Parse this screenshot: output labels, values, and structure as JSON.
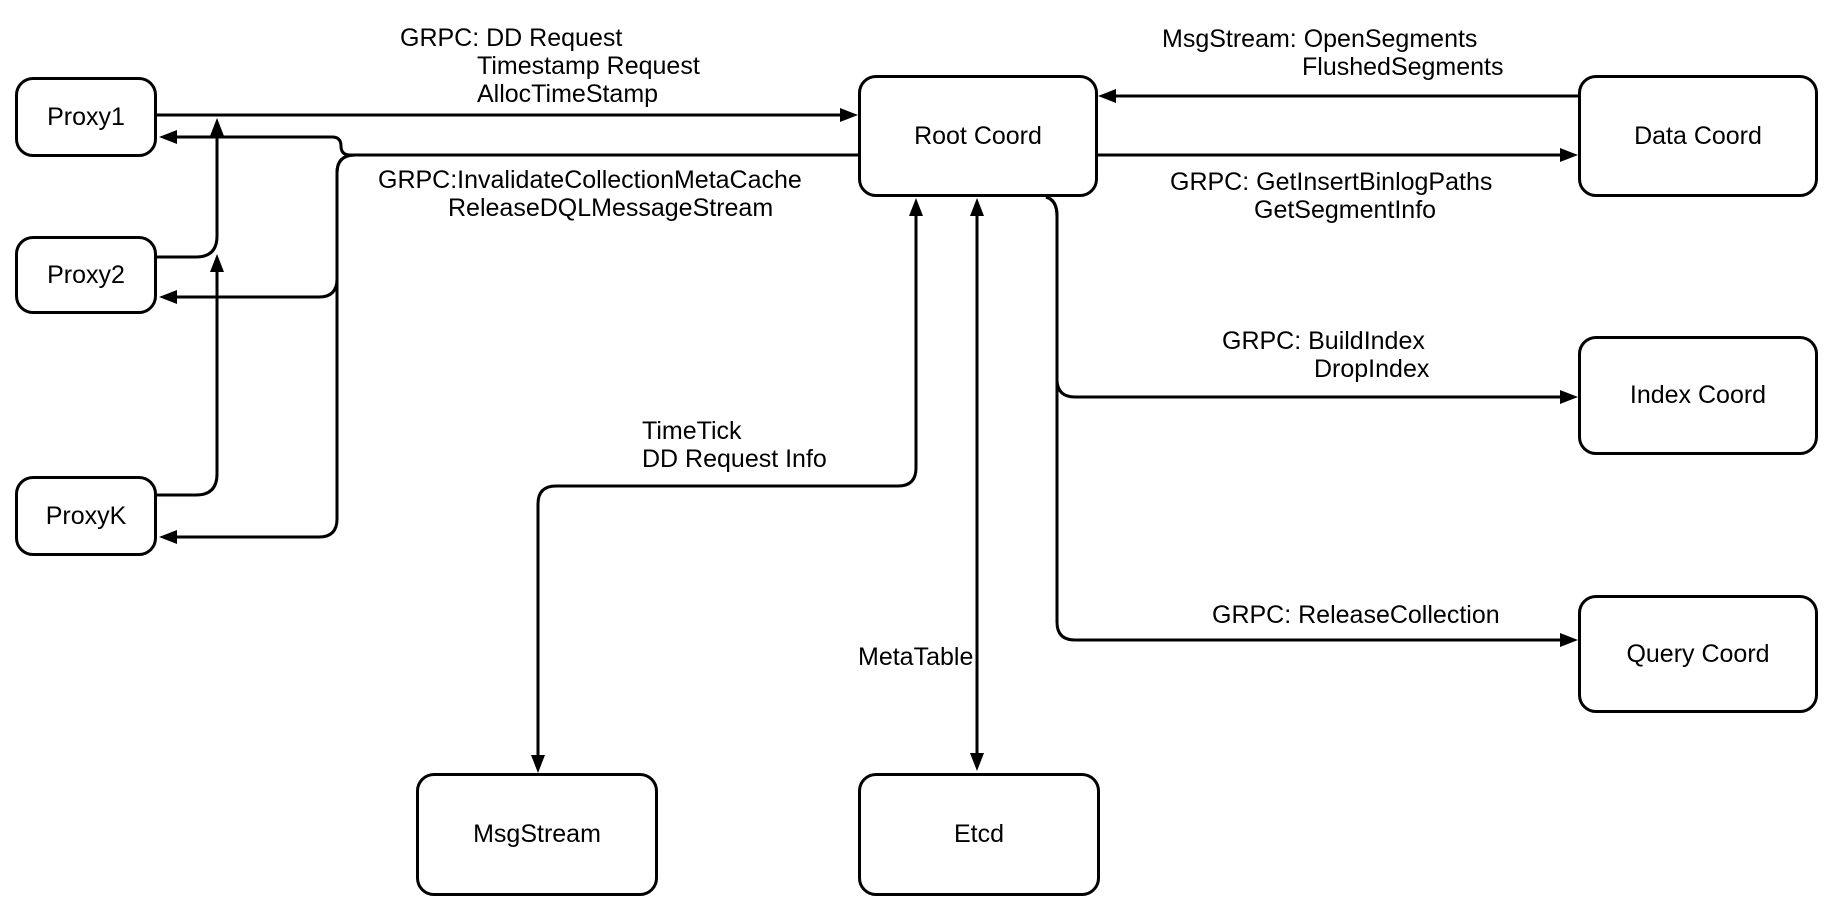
{
  "diagram": {
    "colors": {
      "background": "#ffffff",
      "stroke": "#000000",
      "node_fill": "#ffffff",
      "text": "#000000"
    },
    "nodes": {
      "proxy1": {
        "label": "Proxy1"
      },
      "proxy2": {
        "label": "Proxy2"
      },
      "proxyk": {
        "label": "ProxyK"
      },
      "root": {
        "label": "Root Coord"
      },
      "data": {
        "label": "Data Coord"
      },
      "index": {
        "label": "Index Coord"
      },
      "query": {
        "label": "Query Coord"
      },
      "msgstream": {
        "label": "MsgStream"
      },
      "etcd": {
        "label": "Etcd"
      }
    },
    "edge_labels": {
      "proxy_to_root": {
        "line1": "GRPC: DD Request",
        "line2": "Timestamp Request",
        "line3": "AllocTimeStamp"
      },
      "root_to_proxy": {
        "line1": "GRPC:InvalidateCollectionMetaCache",
        "line2": "ReleaseDQLMessageStream"
      },
      "data_to_root": {
        "line1": "MsgStream: OpenSegments",
        "line2": "FlushedSegments"
      },
      "root_to_data": {
        "line1": "GRPC: GetInsertBinlogPaths",
        "line2": "GetSegmentInfo"
      },
      "root_to_index": {
        "line1": "GRPC: BuildIndex",
        "line2": "DropIndex"
      },
      "root_to_query": {
        "line1": "GRPC: ReleaseCollection"
      },
      "root_to_msgstream": {
        "line1": "TimeTick",
        "line2": "DD Request Info"
      },
      "root_to_etcd": {
        "line1": "MetaTable"
      }
    }
  }
}
